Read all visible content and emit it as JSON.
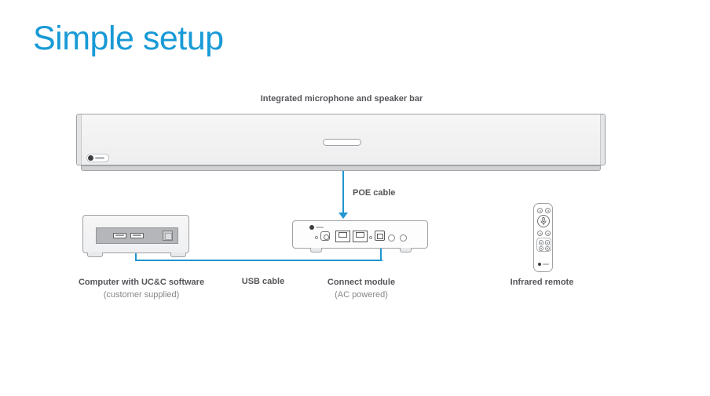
{
  "page": {
    "title": "Simple setup"
  },
  "colors": {
    "accent": "#189ad6",
    "cable": "#2196d1",
    "label": "#55565a",
    "sublabel": "#85878a",
    "border": "#9fa1a4"
  },
  "diagram": {
    "speaker_bar": {
      "label": "Integrated microphone and speaker bar"
    },
    "poe_cable": {
      "label": "POE cable"
    },
    "usb_cable": {
      "label": "USB cable"
    },
    "computer": {
      "label": "Computer with UC&C software",
      "sublabel": "(customer supplied)"
    },
    "connect_module": {
      "label": "Connect module",
      "sublabel": "(AC powered)"
    },
    "remote": {
      "label": "Infrared remote"
    }
  }
}
